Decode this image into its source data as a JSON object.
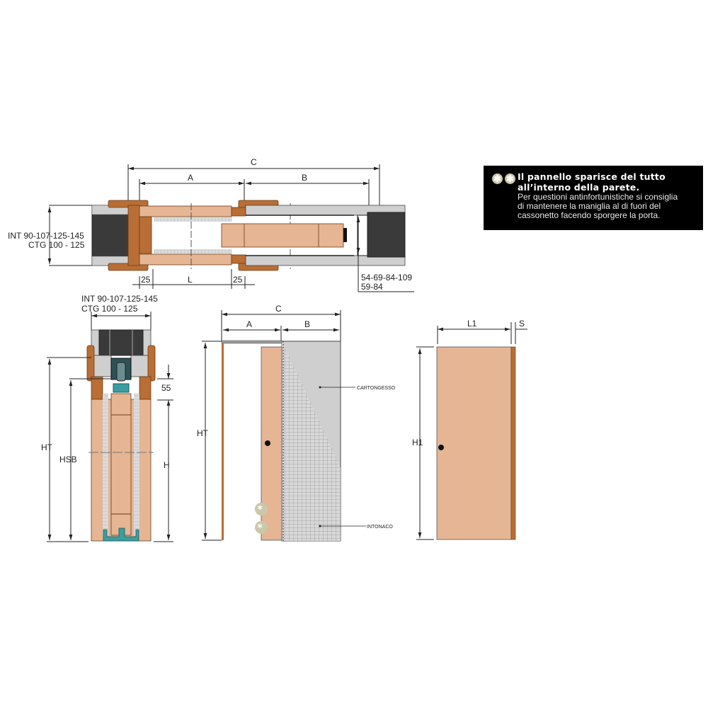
{
  "note": {
    "icon": "asterisk-badge-icon",
    "icon_glyph": "✱",
    "heading_line1": "Il pannello sparisce del tutto",
    "heading_line2": "all’interno della parete.",
    "body_line1": "Per questioni antinfortunistiche si consiglia",
    "body_line2": "di mantenere la maniglia al di fuori del",
    "body_line3": "cassonetto facendo sporgere la porta."
  },
  "top_view": {
    "dim_C": "C",
    "dim_A": "A",
    "dim_B": "B",
    "dim_L": "L",
    "dim_25_left": "25",
    "dim_25_right": "25",
    "wall_int": "INT 90-107-125-145",
    "wall_ctg": "CTG 100 - 125",
    "cavity_1": "54-69-84-109",
    "cavity_2": "59-84"
  },
  "section_view": {
    "wall_int": "INT 90-107-125-145",
    "wall_ctg": "CTG 100 - 125",
    "dim_55": "55",
    "dim_HT": "HT",
    "dim_HSB": "HSB",
    "dim_H": "H"
  },
  "front_view": {
    "dim_C": "C",
    "dim_A": "A",
    "dim_B": "B",
    "dim_HT": "HT",
    "label_cartongesso": "CARTONGESSO",
    "label_intonaco": "INTONACO"
  },
  "door_view": {
    "dim_L1": "L1",
    "dim_S": "S",
    "dim_H1": "H1"
  },
  "colors": {
    "wood_light": "#e5b594",
    "wood_dark": "#b86e35",
    "plaster": "#cfcfcf",
    "block_dark": "#3a3a3a",
    "teal": "#3a9ea0",
    "note_bg": "#000000"
  }
}
